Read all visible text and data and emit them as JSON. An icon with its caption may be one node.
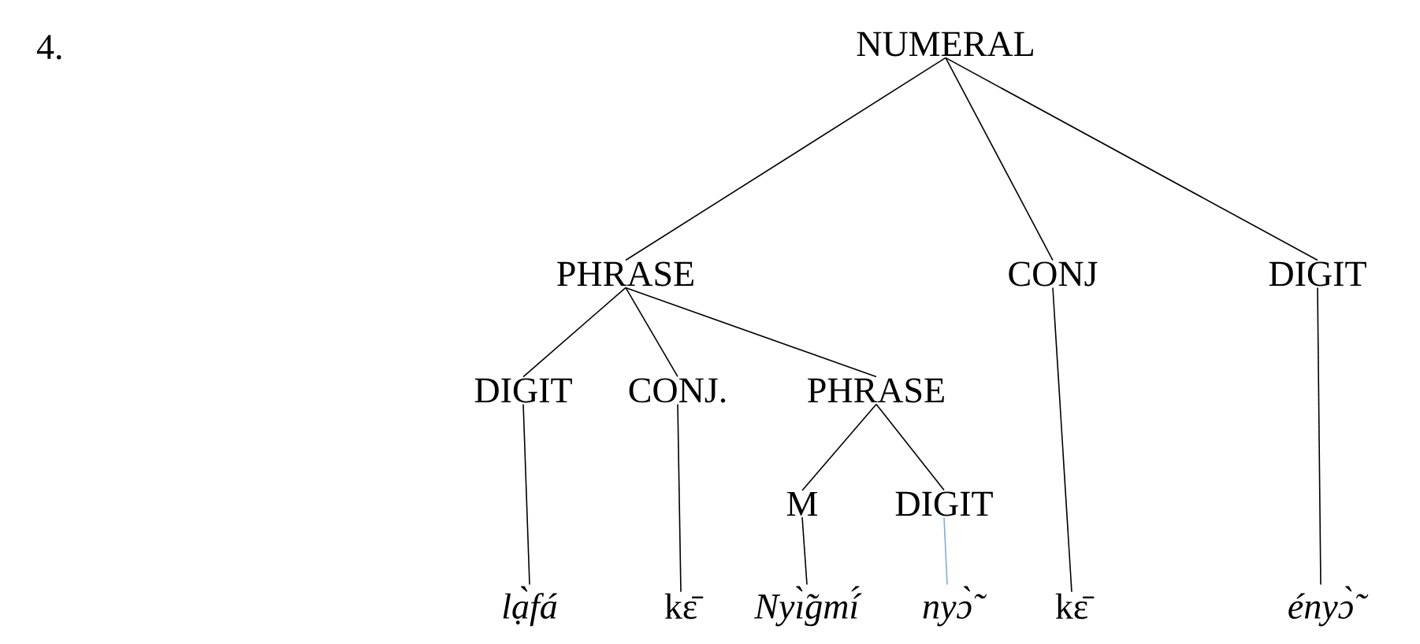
{
  "diagram": {
    "nodes": [
      {
        "text": [
          "NUMERAL"
        ]
      },
      {
        "text": [
          "PHRASE"
        ]
      },
      {
        "text": [
          "CONJ"
        ]
      },
      {
        "text": [
          "DIGIT"
        ]
      },
      {
        "text": [
          "DIGIT"
        ]
      },
      {
        "text": [
          "CONJ."
        ]
      },
      {
        "text": [
          "PHRASE"
        ]
      },
      {
        "text": [
          "M"
        ]
      },
      {
        "text": [
          "DIGIT"
        ]
      },
      {
        "text": [
          "*lạ̀fá*"
        ]
      },
      {
        "text": [
          "kɛ̄"
        ]
      },
      {
        "text": [
          "*Nyı̀̃gmí́*"
        ]
      },
      {
        "text": [
          "*nyɔ̃̀*"
        ]
      },
      {
        "text": [
          "kɛ̄"
        ]
      },
      {
        "text": [
          "*ényɔ̃̀*"
        ]
      }
    ],
    "edges": [
      {
        "from": 0,
        "to": 1,
        "arrow": "none"
      },
      {
        "from": 0,
        "to": 2,
        "arrow": "none"
      },
      {
        "from": 0,
        "to": 3,
        "arrow": "none"
      },
      {
        "from": 1,
        "to": 4,
        "arrow": "none"
      },
      {
        "from": 1,
        "to": 5,
        "arrow": "none"
      },
      {
        "from": 1,
        "to": 6,
        "arrow": "none"
      },
      {
        "from": 6,
        "to": 7,
        "arrow": "none"
      },
      {
        "from": 6,
        "to": 8,
        "arrow": "none"
      },
      {
        "from": 4,
        "to": 9,
        "arrow": "none"
      },
      {
        "from": 5,
        "to": 10,
        "arrow": "none"
      },
      {
        "from": 7,
        "to": 11,
        "arrow": "none"
      },
      {
        "from": 8,
        "to": 12,
        "arrow": "none",
        "color": "#7aaee0"
      },
      {
        "from": 2,
        "to": 13,
        "arrow": "none"
      },
      {
        "from": 3,
        "to": 14,
        "arrow": "none"
      }
    ],
    "labels": [
      "4."
    ]
  }
}
